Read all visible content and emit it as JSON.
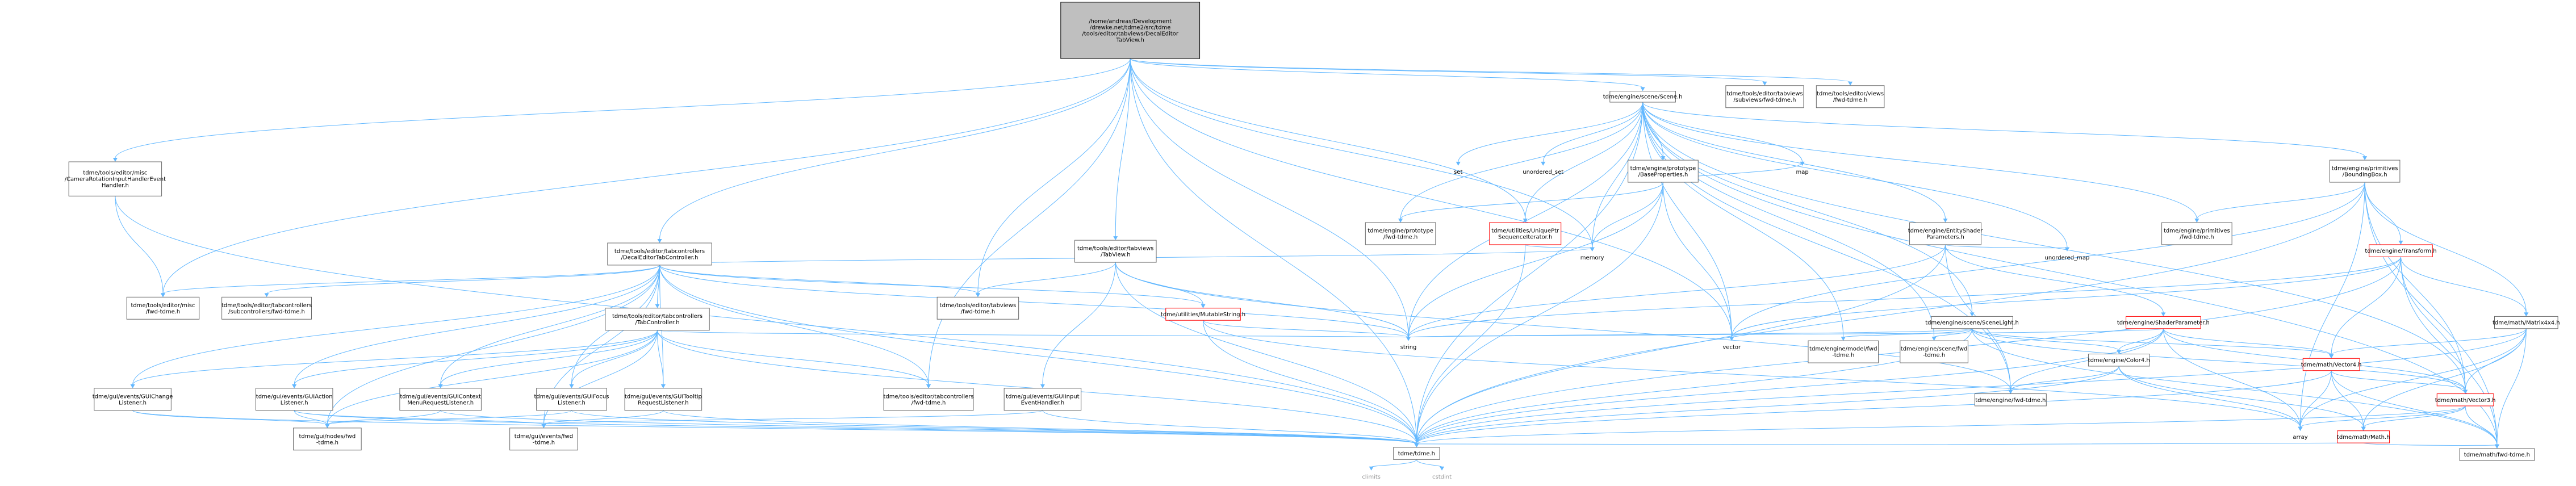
{
  "nodes": [
    {
      "id": "root",
      "style": "root",
      "lines": [
        "/home/andreas/Development",
        "/drewke.net/tdme2/src/tdme",
        "/tools/editor/tabviews/DecalEditor",
        "TabView.h"
      ]
    },
    {
      "id": "cam",
      "style": "box",
      "lines": [
        "tdme/tools/editor/misc",
        "/CameraRotationInputHandlerEvent",
        "Handler.h"
      ]
    },
    {
      "id": "dtc",
      "style": "box",
      "lines": [
        "tdme/tools/editor/tabcontrollers",
        "/DecalEditorTabController.h"
      ]
    },
    {
      "id": "tv",
      "style": "box",
      "lines": [
        "tdme/tools/editor/tabviews",
        "/TabView.h"
      ]
    },
    {
      "id": "scene",
      "style": "box",
      "lines": [
        "tdme/engine/scene/Scene.h"
      ]
    },
    {
      "id": "subv",
      "style": "box",
      "lines": [
        "tdme/tools/editor/tabviews",
        "/subviews/fwd-tdme.h"
      ]
    },
    {
      "id": "views",
      "style": "box",
      "lines": [
        "tdme/tools/editor/views",
        "/fwd-tdme.h"
      ]
    },
    {
      "id": "miscfwd",
      "style": "box",
      "lines": [
        "tdme/tools/editor/misc",
        "/fwd-tdme.h"
      ]
    },
    {
      "id": "subcfwd",
      "style": "box",
      "lines": [
        "tdme/tools/editor/tabcontrollers",
        "/subcontrollers/fwd-tdme.h"
      ]
    },
    {
      "id": "tcb",
      "style": "box",
      "lines": [
        "tdme/tools/editor/tabcontrollers",
        "/TabController.h"
      ]
    },
    {
      "id": "tvfwd",
      "style": "box",
      "lines": [
        "tdme/tools/editor/tabviews",
        "/fwd-tdme.h"
      ]
    },
    {
      "id": "ms",
      "style": "red",
      "lines": [
        "tdme/utilities/MutableString.h"
      ]
    },
    {
      "id": "gcl",
      "style": "box",
      "lines": [
        "tdme/gui/events/GUIChange",
        "Listener.h"
      ]
    },
    {
      "id": "gal",
      "style": "box",
      "lines": [
        "tdme/gui/events/GUIAction",
        "Listener.h"
      ]
    },
    {
      "id": "gcm",
      "style": "box",
      "lines": [
        "tdme/gui/events/GUIContext",
        "MenuRequestListener.h"
      ]
    },
    {
      "id": "gfl",
      "style": "box",
      "lines": [
        "tdme/gui/events/GUIFocus",
        "Listener.h"
      ]
    },
    {
      "id": "gtr",
      "style": "box",
      "lines": [
        "tdme/gui/events/GUITooltip",
        "RequestListener.h"
      ]
    },
    {
      "id": "tcfwd",
      "style": "box",
      "lines": [
        "tdme/tools/editor/tabcontrollers",
        "/fwd-tdme.h"
      ]
    },
    {
      "id": "gie",
      "style": "box",
      "lines": [
        "tdme/gui/events/GUIInput",
        "EventHandler.h"
      ]
    },
    {
      "id": "gnodes",
      "style": "box",
      "lines": [
        "tdme/gui/nodes/fwd",
        "-tdme.h"
      ]
    },
    {
      "id": "gevents",
      "style": "box",
      "lines": [
        "tdme/gui/events/fwd",
        "-tdme.h"
      ]
    },
    {
      "id": "set",
      "style": "plain",
      "lines": [
        "set"
      ]
    },
    {
      "id": "uset",
      "style": "plain",
      "lines": [
        "unordered_set"
      ]
    },
    {
      "id": "bp",
      "style": "box",
      "lines": [
        "tdme/engine/prototype",
        "/BaseProperties.h"
      ]
    },
    {
      "id": "map",
      "style": "plain",
      "lines": [
        "map"
      ]
    },
    {
      "id": "protofwd",
      "style": "box",
      "lines": [
        "tdme/engine/prototype",
        "/fwd-tdme.h"
      ]
    },
    {
      "id": "uptr",
      "style": "red",
      "lines": [
        "tdme/utilities/UniquePtr",
        "SequenceIterator.h"
      ]
    },
    {
      "id": "memory",
      "style": "plain",
      "lines": [
        "memory"
      ]
    },
    {
      "id": "esp",
      "style": "box",
      "lines": [
        "tdme/engine/EntityShader",
        "Parameters.h"
      ]
    },
    {
      "id": "primfwd",
      "style": "box",
      "lines": [
        "tdme/engine/primitives",
        "/fwd-tdme.h"
      ]
    },
    {
      "id": "bb",
      "style": "box",
      "lines": [
        "tdme/engine/primitives",
        "/BoundingBox.h"
      ]
    },
    {
      "id": "umap",
      "style": "plain",
      "lines": [
        "unordered_map"
      ]
    },
    {
      "id": "transform",
      "style": "red",
      "lines": [
        "tdme/engine/Transform.h"
      ]
    },
    {
      "id": "sl",
      "style": "box",
      "lines": [
        "tdme/engine/scene/SceneLight.h"
      ]
    },
    {
      "id": "shp",
      "style": "red",
      "lines": [
        "tdme/engine/ShaderParameter.h"
      ]
    },
    {
      "id": "m44",
      "style": "box",
      "lines": [
        "tdme/math/Matrix4x4.h"
      ]
    },
    {
      "id": "string",
      "style": "plain",
      "lines": [
        "string"
      ]
    },
    {
      "id": "vector",
      "style": "plain",
      "lines": [
        "vector"
      ]
    },
    {
      "id": "modelfwd",
      "style": "box",
      "lines": [
        "tdme/engine/model/fwd",
        "-tdme.h"
      ]
    },
    {
      "id": "scenefwd",
      "style": "box",
      "lines": [
        "tdme/engine/scene/fwd",
        "-tdme.h"
      ]
    },
    {
      "id": "color4",
      "style": "box",
      "lines": [
        "tdme/engine/Color4.h"
      ]
    },
    {
      "id": "v4",
      "style": "red",
      "lines": [
        "tdme/math/Vector4.h"
      ]
    },
    {
      "id": "enginefwd",
      "style": "box",
      "lines": [
        "tdme/engine/fwd-tdme.h"
      ]
    },
    {
      "id": "v3",
      "style": "red",
      "lines": [
        "tdme/math/Vector3.h"
      ]
    },
    {
      "id": "array",
      "style": "plain",
      "lines": [
        "array"
      ]
    },
    {
      "id": "mathh",
      "style": "red",
      "lines": [
        "tdme/math/Math.h"
      ]
    },
    {
      "id": "tdmeh",
      "style": "box",
      "lines": [
        "tdme/tdme.h"
      ]
    },
    {
      "id": "mathfwd",
      "style": "box",
      "lines": [
        "tdme/math/fwd-tdme.h"
      ]
    },
    {
      "id": "climits",
      "style": "grey",
      "lines": [
        "climits"
      ]
    },
    {
      "id": "cstdint",
      "style": "grey",
      "lines": [
        "cstdint"
      ]
    }
  ]
}
